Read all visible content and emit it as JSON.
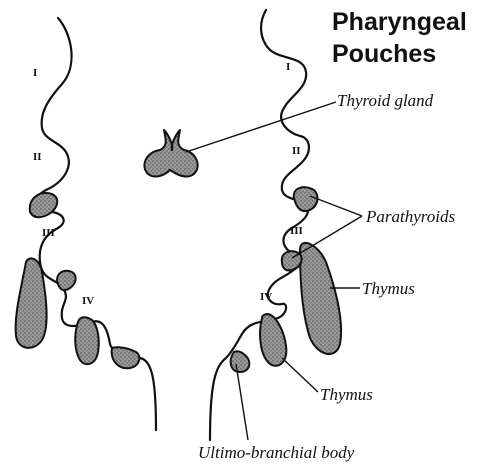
{
  "title": {
    "line1": "Pharyngeal",
    "line2": "Pouches"
  },
  "pouch_numerals": {
    "i": "I",
    "ii": "II",
    "iii": "III",
    "iv": "IV"
  },
  "labels": {
    "thyroid": "Thyroid gland",
    "parathyroids": "Parathyroids",
    "thymus_upper": "Thymus",
    "thymus_lower": "Thymus",
    "ultimo": "Ultimo-branchial body"
  },
  "colors": {
    "ink": "#111111",
    "shade": "#8a8a8a",
    "background": "#ffffff"
  }
}
